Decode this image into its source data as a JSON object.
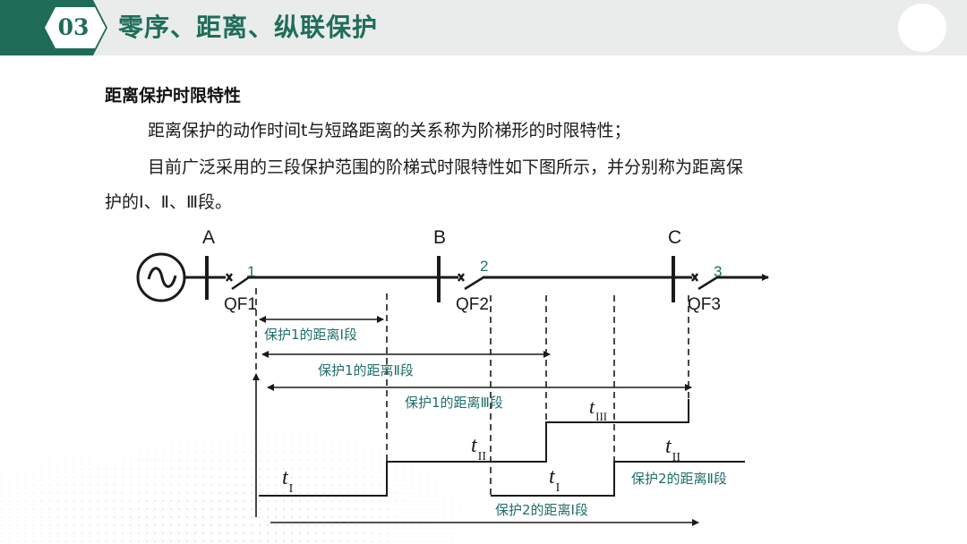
{
  "header": {
    "number": "03",
    "title": "零序、距离、纵联保护"
  },
  "section_title": "距离保护时限特性",
  "paragraphs": [
    "距离保护的动作时间t与短路距离的关系称为阶梯形的时限特性；",
    "目前广泛采用的三段保护范围的阶梯式时限特性如下图所示，并分别称为距离保",
    "护的Ⅰ、Ⅱ、Ⅲ段。"
  ],
  "diagram": {
    "buses": [
      "A",
      "B",
      "C"
    ],
    "breakers": [
      "QF1",
      "QF2",
      "QF3"
    ],
    "breaker_numbers": [
      "1",
      "2",
      "3"
    ],
    "ranges": [
      "保护1的距离Ⅰ段",
      "保护1的距离Ⅱ段",
      "保护1的距离Ⅲ段",
      "保护2的距离Ⅰ段",
      "保护2的距离Ⅱ段"
    ],
    "time_labels": {
      "t": "t",
      "sub_I": "I",
      "sub_II": "II",
      "sub_III": "III"
    },
    "colors": {
      "line": "#1a1a1a",
      "teal_text": "#1f6f6a",
      "header_green": "#1e6b58"
    }
  }
}
